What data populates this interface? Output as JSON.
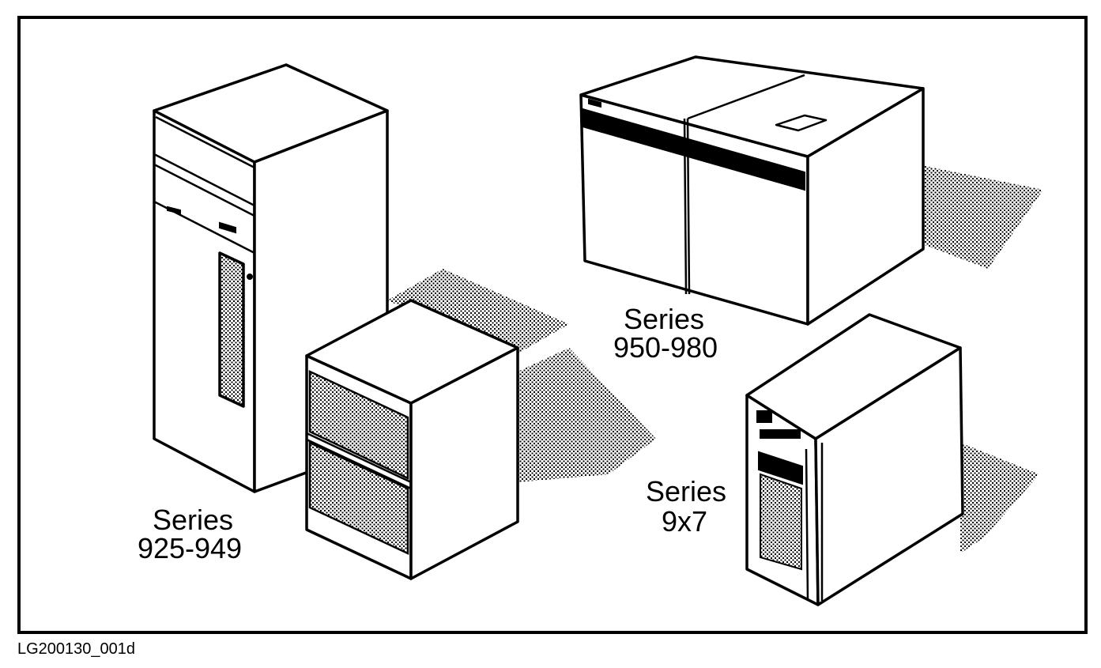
{
  "caption": "LG200130_001d",
  "systems": [
    {
      "line1": "Series",
      "line2": "925-949"
    },
    {
      "line1": "Series",
      "line2": "950-980"
    },
    {
      "line1": "Series",
      "line2": "9x7"
    }
  ],
  "colors": {
    "ink": "#000000",
    "paper": "#ffffff"
  }
}
